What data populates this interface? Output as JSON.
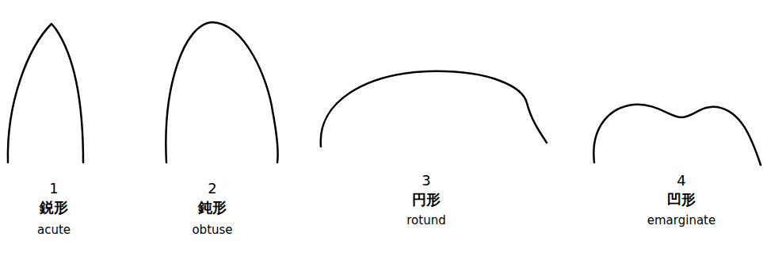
{
  "diagram": {
    "labels": [
      "1",
      "鋭形",
      "acute",
      "2",
      "鈍形",
      "obtuse",
      "3",
      "円形",
      "rotund",
      "4",
      "凹形",
      "emarginate"
    ]
  }
}
